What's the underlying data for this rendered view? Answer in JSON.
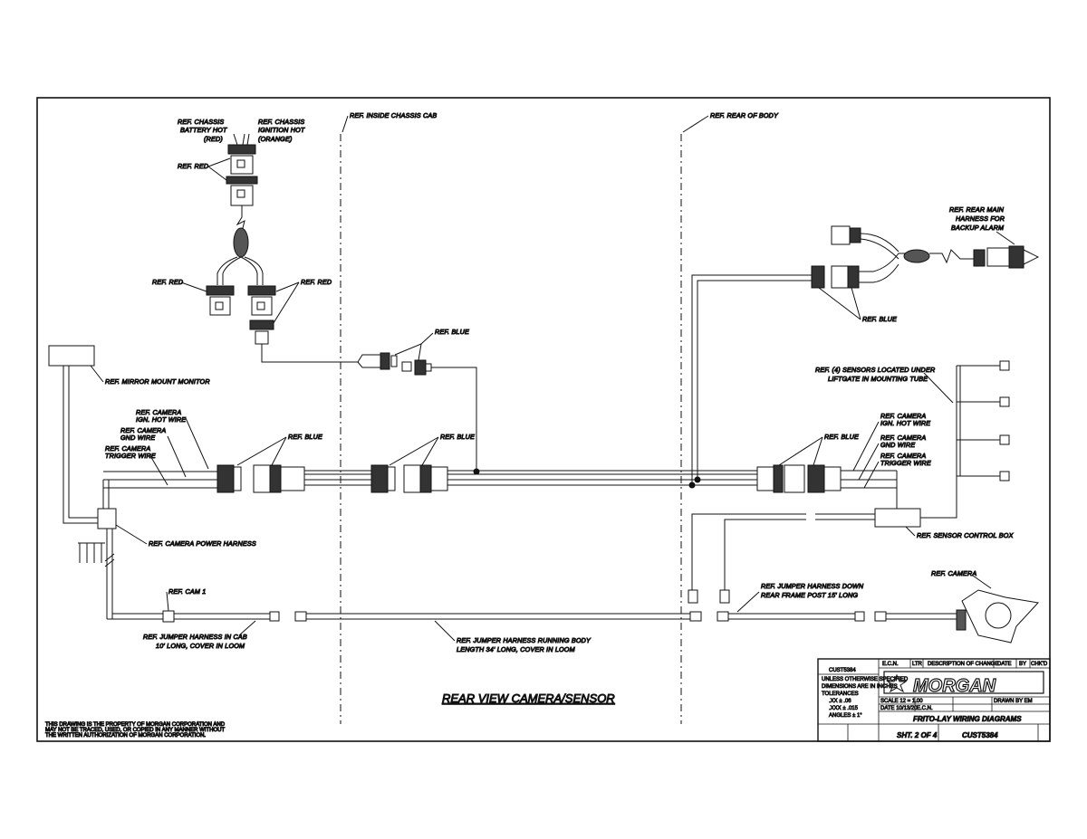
{
  "diagram": {
    "title": "REAR VIEW CAMERA/SENSOR",
    "zones": {
      "inside_cab": "REF. INSIDE CHASSIS CAB",
      "rear_body": "REF. REAR OF BODY"
    },
    "labels": {
      "chassis_batt": [
        "REF. CHASSIS",
        "BATTERY HOT",
        "(RED)"
      ],
      "chassis_ign": [
        "REF. CHASSIS",
        "IGNITION HOT",
        "(ORANGE)"
      ],
      "ref_red_top": "REF. RED",
      "ref_red_left": "REF. RED",
      "ref_red_right": "REF. RED",
      "ref_blue_mid": "REF. BLUE",
      "mirror_monitor": "REF. MIRROR MOUNT MONITOR",
      "cam_ign": [
        "REF. CAMERA",
        "IGN. HOT WIRE"
      ],
      "cam_gnd": [
        "REF. CAMERA",
        "GND WIRE"
      ],
      "cam_trig": [
        "REF. CAMERA",
        "TRIGGER WIRE"
      ],
      "ref_blue_1": "REF. BLUE",
      "ref_blue_2": "REF. BLUE",
      "ref_blue_3": "REF. BLUE",
      "ref_blue_4": "REF. BLUE",
      "cam_power": "REF. CAMERA POWER HARNESS",
      "cam1": "REF. CAM 1",
      "jumper_cab": [
        "REF. JUMPER HARNESS IN CAB",
        "10' LONG, COVER IN LOOM"
      ],
      "jumper_body": [
        "REF. JUMPER HARNESS RUNNING BODY",
        "LENGTH 34' LONG, COVER IN LOOM"
      ],
      "rear_main": [
        "REF. REAR MAIN",
        "HARNESS FOR",
        "BACKUP ALARM"
      ],
      "sensors": [
        "REF. (4) SENSORS LOCATED UNDER",
        "LIFTGATE IN MOUNTING TUBE"
      ],
      "cam_ign_r": [
        "REF. CAMERA",
        "IGN. HOT WIRE"
      ],
      "cam_gnd_r": [
        "REF. CAMERA",
        "GND WIRE"
      ],
      "cam_trig_r": [
        "REF. CAMERA",
        "TRIGGER WIRE"
      ],
      "sensor_box": "REF. SENSOR CONTROL BOX",
      "jumper_down": [
        "REF. JUMPER HARNESS DOWN",
        "REAR FRAME POST 15' LONG"
      ],
      "camera": "REF. CAMERA"
    },
    "disclaimer": [
      "THIS DRAWING IS THE PROPERTY OF MORGAN CORPORATION AND",
      "MAY NOT BE TRACED, USED, OR COPIED IN ANY MANNER WITHOUT",
      "THE WRITTEN AUTHORIZATION OF MORGAN CORPORATION."
    ]
  },
  "title_block": {
    "headers": [
      "E.C.N.",
      "LTR",
      "DESCRIPTION OF CHANGE",
      "DATE",
      "BY",
      "CHK'D"
    ],
    "logo": "MORGAN",
    "scale": "SCALE 12 = 1.00",
    "date": "DATE 10/13/20",
    "ecn": "E.C.N.",
    "drawn": "DRAWN BY EM",
    "drawing_title": "FRITO-LAY WIRING DIAGRAMS",
    "sheet": "SHT. 2 OF 4",
    "number": "CUST5384",
    "customer_no": "CUST5384",
    "left_notes": [
      "UNLESS OTHERWISE SPECIFIED",
      "DIMENSIONS ARE IN INCHES",
      "TOLERANCES",
      ".XX ± .06",
      ".XXX ± .015",
      "ANGLES ± 1°"
    ]
  }
}
